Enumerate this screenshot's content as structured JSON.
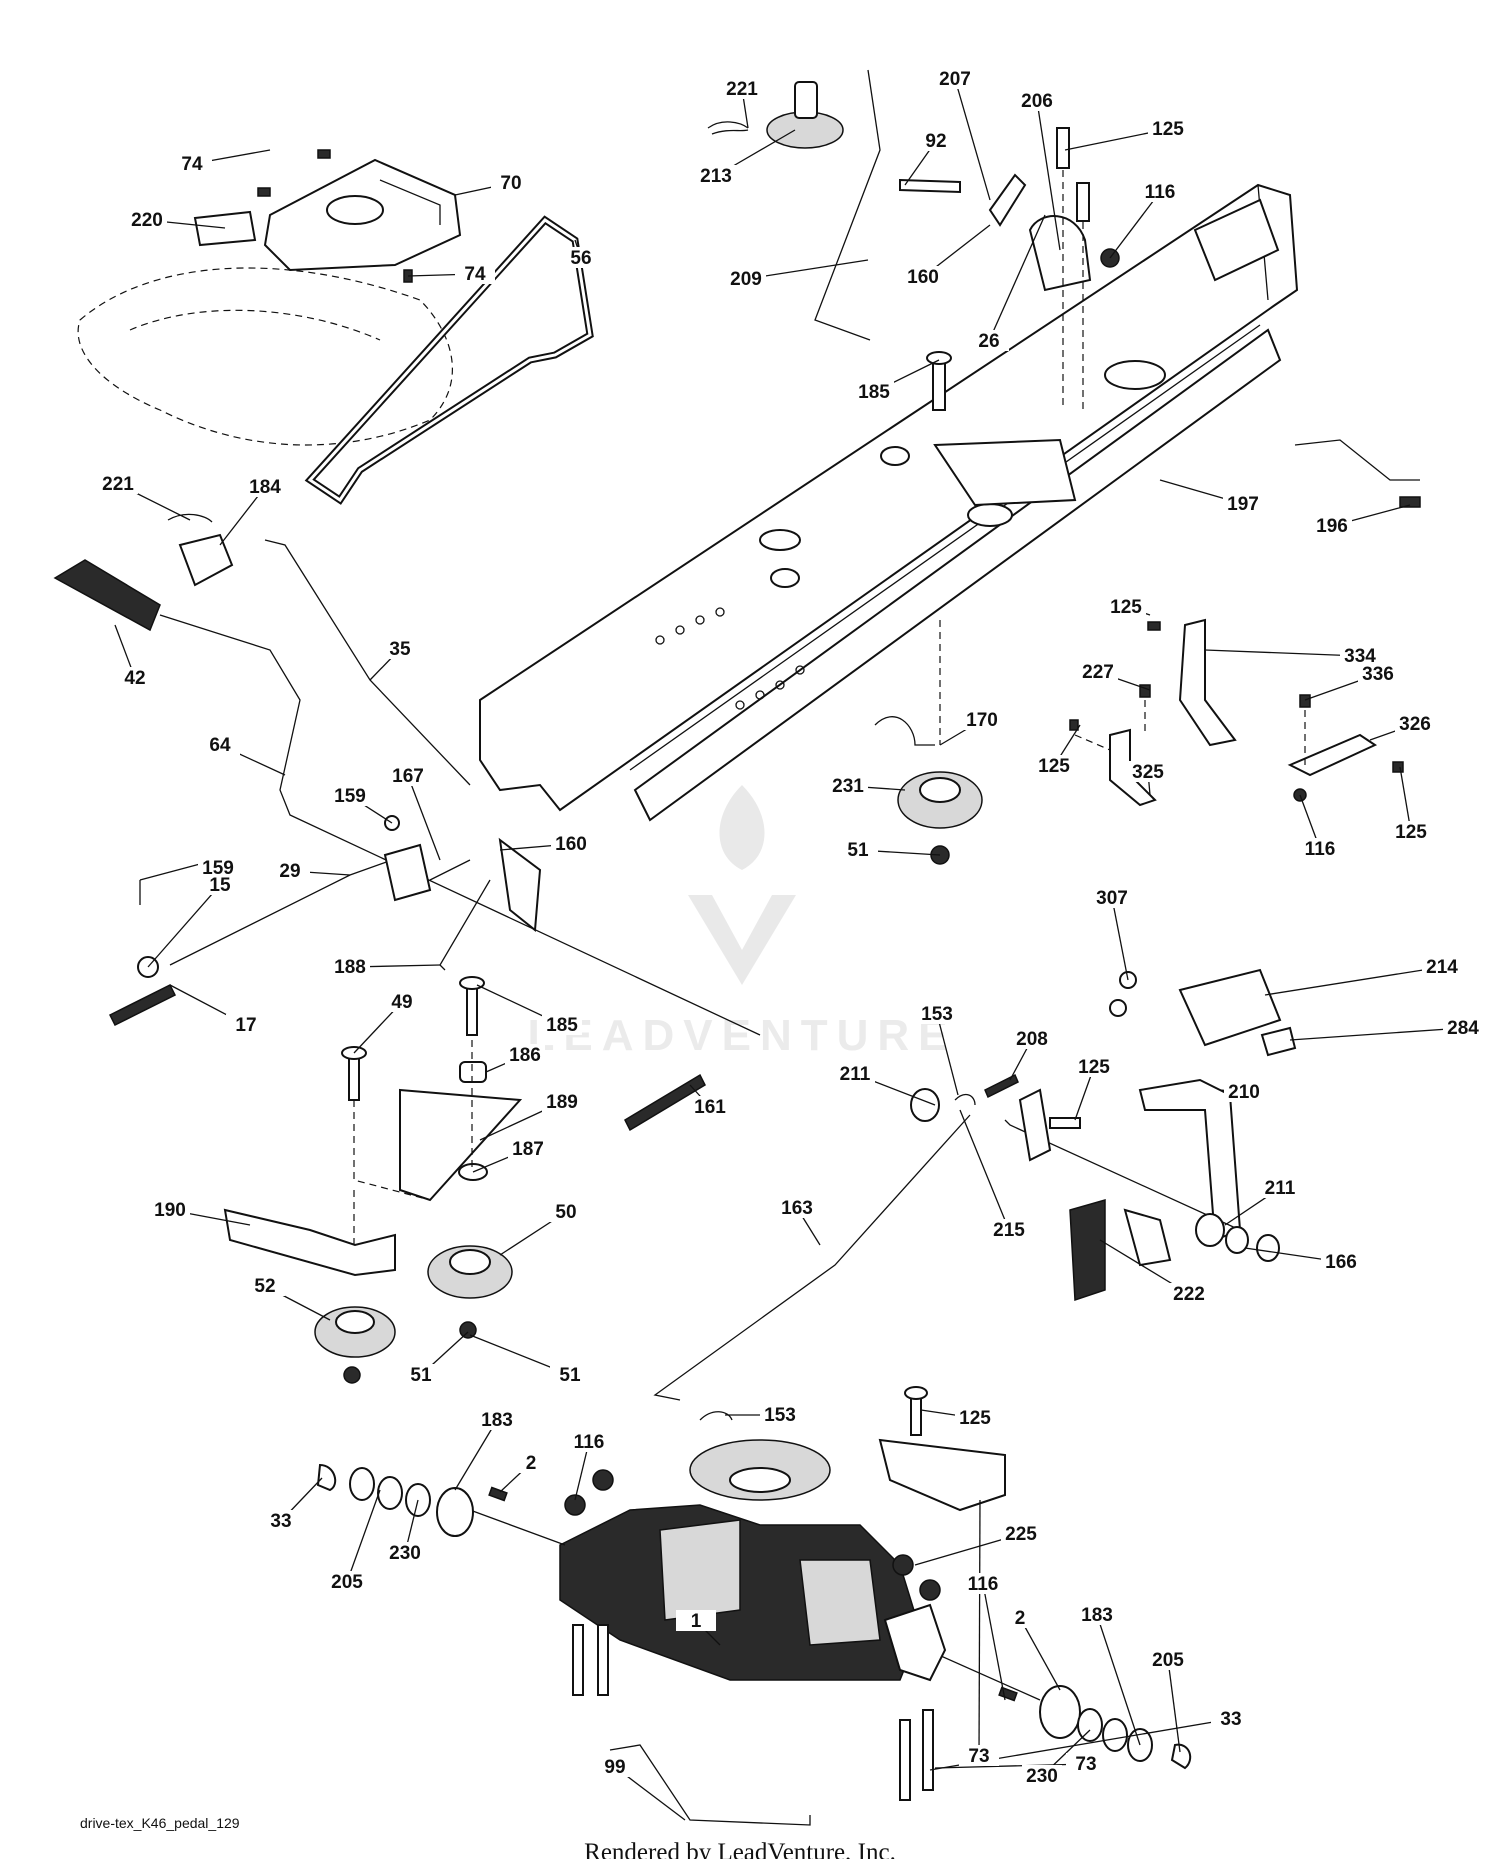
{
  "watermark": {
    "text": "LEADVENTURE"
  },
  "footer": {
    "drawing_ref": "drive-tex_K46_pedal_129",
    "credit": "Rendered by LeadVenture, Inc."
  },
  "callouts": [
    "221",
    "213",
    "207",
    "92",
    "206",
    "125",
    "116",
    "74",
    "70",
    "220",
    "56",
    "160",
    "26",
    "209",
    "185",
    "74",
    "221",
    "184",
    "42",
    "35",
    "64",
    "159",
    "167",
    "160",
    "159",
    "29",
    "15",
    "17",
    "188",
    "49",
    "185",
    "186",
    "189",
    "187",
    "161",
    "190",
    "50",
    "52",
    "51",
    "51",
    "125",
    "334",
    "227",
    "336",
    "326",
    "125",
    "325",
    "125",
    "116",
    "170",
    "231",
    "51",
    "197",
    "196",
    "307",
    "214",
    "284",
    "153",
    "208",
    "211",
    "125",
    "210",
    "211",
    "215",
    "222",
    "166",
    "163",
    "153",
    "125",
    "183",
    "116",
    "2",
    "33",
    "205",
    "230",
    "225",
    "116",
    "2",
    "183",
    "205",
    "33",
    "73",
    "1",
    "99",
    "73",
    "230"
  ]
}
